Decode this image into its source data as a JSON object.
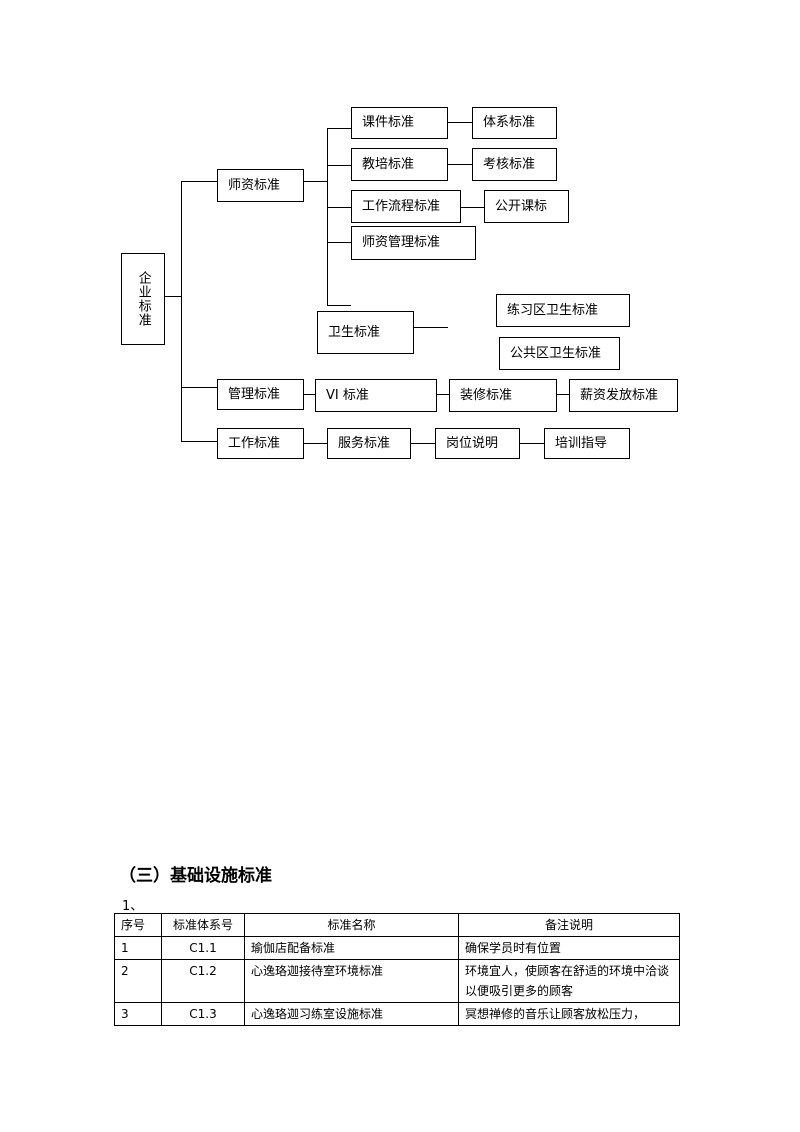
{
  "diagram": {
    "root": "企业标准",
    "nodes": {
      "shizi": "师资标准",
      "kejian": "课件标准",
      "tixi": "体系标准",
      "jiaopei": "教培标准",
      "kaohe": "考核标准",
      "gongzuoliucheng": "工作流程标准",
      "gongkaike": "公开课标",
      "shiziguanli": "师资管理标准",
      "weisheng": "卫生标准",
      "lianxiqu": "练习区卫生标准",
      "gonggongqu": "公共区卫生标准",
      "guanli": "管理标准",
      "vi": "VI 标准",
      "zhuangxiu": "装修标准",
      "xinzi": "薪资发放标准",
      "gongzuo": "工作标准",
      "fuwu": "服务标准",
      "gangwei": "岗位说明",
      "peixun": "培训指导"
    }
  },
  "section": {
    "title": "（三）基础设施标准",
    "subtitle": "1、"
  },
  "table": {
    "headers": [
      "序号",
      "标准体系号",
      "标准名称",
      "备注说明"
    ],
    "rows": [
      {
        "no": "1",
        "code": "C1.1",
        "name": "瑜伽店配备标准",
        "note": "确保学员时有位置"
      },
      {
        "no": "2",
        "code": "C1.2",
        "name": "心逸珞迦接待室环境标准",
        "note": "环境宜人，使顾客在舒适的环境中洽谈以便吸引更多的顾客"
      },
      {
        "no": "3",
        "code": "C1.3",
        "name": "心逸珞迦习练室设施标准",
        "note": "冥想禅修的音乐让顾客放松压力，"
      }
    ]
  }
}
